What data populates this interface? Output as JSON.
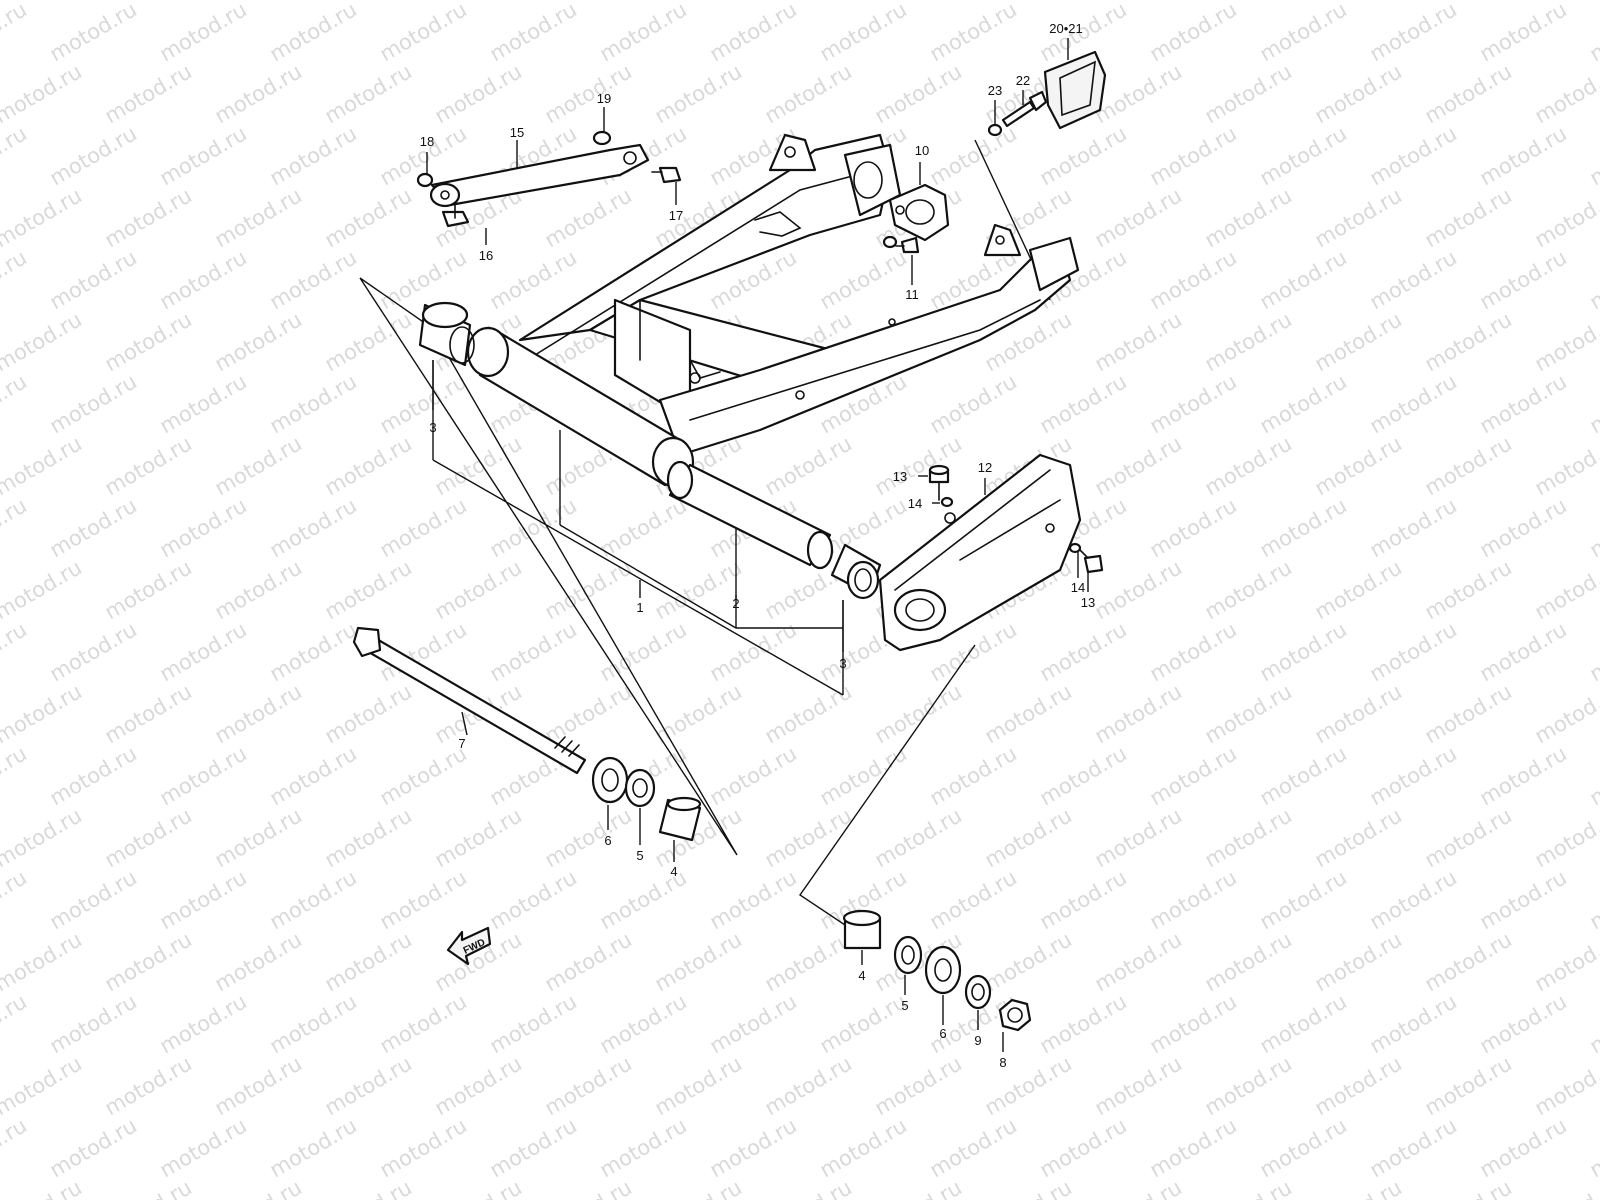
{
  "watermark": {
    "text": "motod.ru"
  },
  "direction_marker": {
    "label": "FWD"
  },
  "part_labels": [
    {
      "id": "label-1",
      "text": "1"
    },
    {
      "id": "label-2",
      "text": "2"
    },
    {
      "id": "label-3a",
      "text": "3"
    },
    {
      "id": "label-3b",
      "text": "3"
    },
    {
      "id": "label-4a",
      "text": "4"
    },
    {
      "id": "label-4b",
      "text": "4"
    },
    {
      "id": "label-5a",
      "text": "5"
    },
    {
      "id": "label-5b",
      "text": "5"
    },
    {
      "id": "label-6a",
      "text": "6"
    },
    {
      "id": "label-6b",
      "text": "6"
    },
    {
      "id": "label-7",
      "text": "7"
    },
    {
      "id": "label-8",
      "text": "8"
    },
    {
      "id": "label-9",
      "text": "9"
    },
    {
      "id": "label-10",
      "text": "10"
    },
    {
      "id": "label-11",
      "text": "11"
    },
    {
      "id": "label-12",
      "text": "12"
    },
    {
      "id": "label-13a",
      "text": "13"
    },
    {
      "id": "label-13b",
      "text": "13"
    },
    {
      "id": "label-14a",
      "text": "14"
    },
    {
      "id": "label-14b",
      "text": "14"
    },
    {
      "id": "label-15",
      "text": "15"
    },
    {
      "id": "label-16",
      "text": "16"
    },
    {
      "id": "label-17",
      "text": "17"
    },
    {
      "id": "label-18",
      "text": "18"
    },
    {
      "id": "label-19",
      "text": "19"
    },
    {
      "id": "label-20-21",
      "text": "20•21"
    },
    {
      "id": "label-22",
      "text": "22"
    },
    {
      "id": "label-23",
      "text": "23"
    }
  ]
}
